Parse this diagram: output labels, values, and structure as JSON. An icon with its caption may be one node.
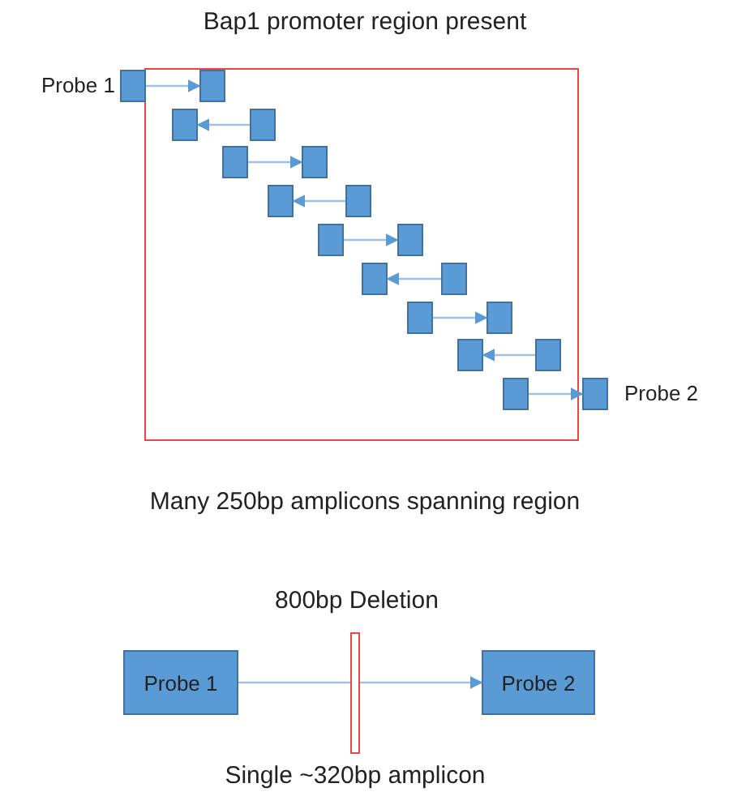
{
  "diagram": {
    "nodes": [
      {
        "text": [
          "Bap1 promoter region present"
        ]
      },
      {
        "text": [],
        "shape": "box",
        "beside": [
          "Probe 1"
        ]
      },
      {
        "text": [],
        "shape": "box",
        "in": 0
      },
      {
        "text": [],
        "shape": "box",
        "in": 0
      },
      {
        "text": [],
        "shape": "box",
        "in": 0
      },
      {
        "text": [],
        "shape": "box",
        "in": 0
      },
      {
        "text": [],
        "shape": "box",
        "in": 0
      },
      {
        "text": [],
        "shape": "box",
        "in": 0
      },
      {
        "text": [],
        "shape": "box",
        "in": 0
      },
      {
        "text": [],
        "shape": "box",
        "in": 0
      },
      {
        "text": [],
        "shape": "box",
        "in": 0
      },
      {
        "text": [],
        "shape": "box",
        "in": 0
      },
      {
        "text": [],
        "shape": "box",
        "in": 0
      },
      {
        "text": [],
        "shape": "box",
        "in": 0
      },
      {
        "text": [],
        "shape": "box",
        "in": 0
      },
      {
        "text": [],
        "shape": "box",
        "in": 0
      },
      {
        "text": [],
        "shape": "box",
        "in": 0
      },
      {
        "text": [],
        "shape": "box",
        "in": 0
      },
      {
        "text": [],
        "shape": "box",
        "beside": [
          "Probe 2"
        ]
      },
      {
        "text": [
          "Probe 1"
        ]
      },
      {
        "text": [
          "Probe 2"
        ]
      },
      {
        "text": [
          "800bp Deletion"
        ]
      }
    ],
    "edges": [
      {
        "from": 1,
        "to": 2,
        "arrow": "to"
      },
      {
        "from": 4,
        "to": 3,
        "arrow": "to"
      },
      {
        "from": 5,
        "to": 6,
        "arrow": "to"
      },
      {
        "from": 8,
        "to": 7,
        "arrow": "to"
      },
      {
        "from": 9,
        "to": 10,
        "arrow": "to"
      },
      {
        "from": 12,
        "to": 11,
        "arrow": "to"
      },
      {
        "from": 13,
        "to": 14,
        "arrow": "to"
      },
      {
        "from": 16,
        "to": 15,
        "arrow": "to"
      },
      {
        "from": 17,
        "to": 18,
        "arrow": "to"
      },
      {
        "from": 19,
        "to": 20,
        "arrow": "to"
      }
    ],
    "labels": [
      "Many 250bp amplicons spanning region",
      "Single ~320bp amplicon"
    ]
  }
}
